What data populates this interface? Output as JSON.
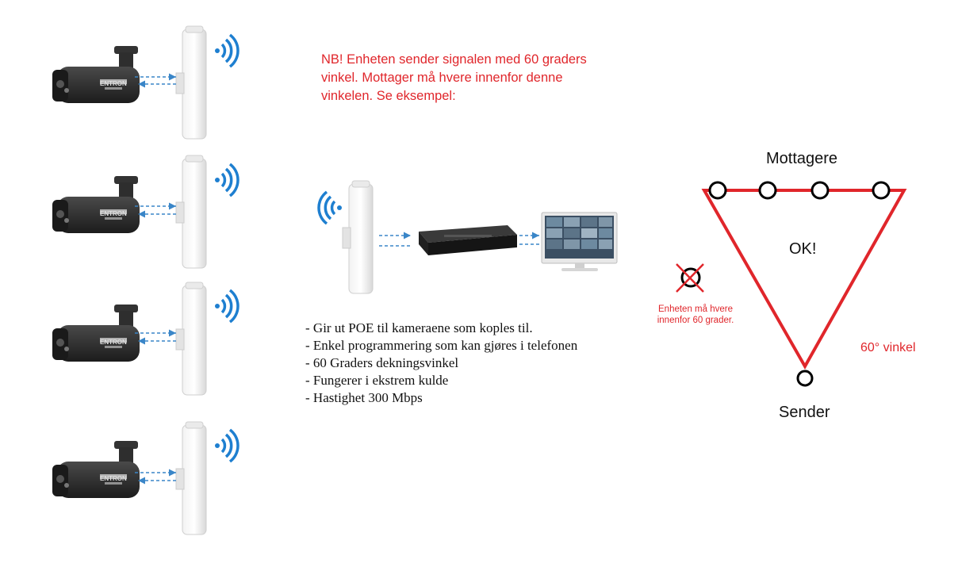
{
  "note": {
    "lines": [
      "NB! Enheten sender signalen med 60 graders",
      "vinkel. Mottager må hvere innenfor denne",
      "vinkelen. Se eksempel:"
    ]
  },
  "camera_brand": "ENTRON",
  "features": [
    "- Gir ut POE til kameraene som koples til.",
    "- Enkel programmering som kan gjøres i telefonen",
    "- 60 Graders dekningsvinkel",
    "- Fungerer i ekstrem kulde",
    "- Hastighet 300 Mbps"
  ],
  "diagram": {
    "top_label": "Mottagere",
    "ok_label": "OK!",
    "bottom_label": "Sender",
    "angle_label": "60° vinkel",
    "outside_note": [
      "Enheten må hvere",
      "innenfor 60 grader."
    ]
  },
  "colors": {
    "accent_red": "#e0262b",
    "arrow_blue": "#3a86c8",
    "wifi_blue": "#1e7fd0",
    "camera_body": "#2b2b2b"
  },
  "icons": [
    "camera-icon",
    "wifi-icon",
    "antenna-icon",
    "nvr-icon",
    "monitor-icon",
    "cross-icon"
  ]
}
